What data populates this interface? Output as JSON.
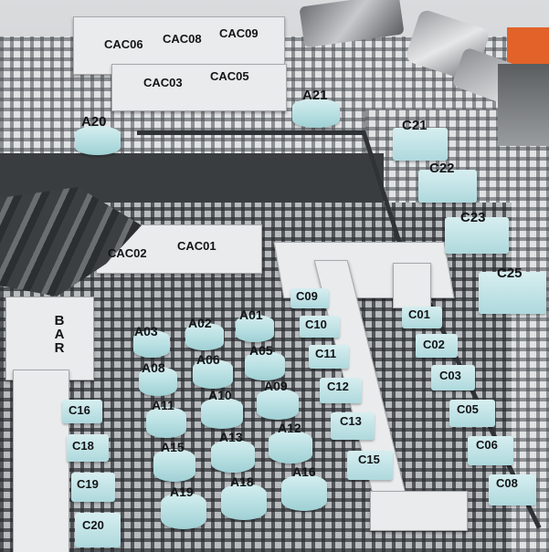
{
  "labels": {
    "cac": [
      "CAC06",
      "CAC08",
      "CAC09",
      "CAC03",
      "CAC05",
      "CAC02",
      "CAC01"
    ],
    "a_top": [
      "A20",
      "A21"
    ],
    "c_right": [
      "C21",
      "C22",
      "C23",
      "C25"
    ],
    "a_grid": [
      "A03",
      "A02",
      "A01",
      "A08",
      "A06",
      "A05",
      "A11",
      "A10",
      "A09",
      "A15",
      "A13",
      "A12",
      "A19",
      "A18",
      "A16"
    ],
    "c_middle": [
      "C09",
      "C10",
      "C11",
      "C12",
      "C13",
      "C15"
    ],
    "c_column_right": [
      "C01",
      "C02",
      "C03",
      "C05",
      "C06",
      "C08"
    ],
    "c_left": [
      "C16",
      "C18",
      "C19",
      "C20"
    ],
    "bar": "BAR"
  },
  "colors": {
    "pad": "#b7dfe2",
    "robot_orange": "#e2622a",
    "frame": "#2f3236"
  }
}
